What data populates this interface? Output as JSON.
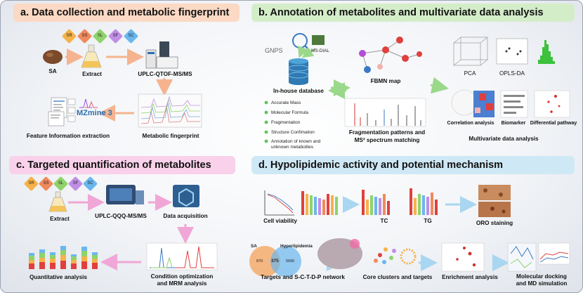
{
  "panels": {
    "a": {
      "title": "a. Data collection and metabolic fingerprint",
      "color": "#fbd9c4"
    },
    "b": {
      "title": "b. Annotation of metabolites and multivariate data analysis",
      "color": "#d4edc9"
    },
    "c": {
      "title": "c. Targeted quantification of metabolites",
      "color": "#f9d1ea"
    },
    "d": {
      "title": "d. Hypolipidemic activity  and  potential mechanism",
      "color": "#cfe8f6"
    }
  },
  "badges": [
    {
      "text": "SR",
      "color": "#f6b24a"
    },
    {
      "text": "SS",
      "color": "#f08a5d"
    },
    {
      "text": "SL",
      "color": "#8fd36a"
    },
    {
      "text": "SF",
      "color": "#c18ee6"
    },
    {
      "text": "SC",
      "color": "#6ab7ee"
    }
  ],
  "a": {
    "sa": "SA",
    "extract": "Extract",
    "instrument": "UPLC-QTOF-MS/MS",
    "mzmine": "MZmine 3",
    "feature": "Feature Information extraction",
    "fingerprint": "Metabolic fingerprint"
  },
  "b": {
    "gnps": "GNPS",
    "msdial": "MS-DIAL",
    "database": "In-house database",
    "list": [
      "Accurate Mass",
      "Molecular Formula",
      "Fragmentation",
      "Structure Confimation",
      "Annotation of known and unknown metabolites"
    ],
    "fbmn": "FBMN map",
    "frag1": "Fragmentation patterns and",
    "frag2": "MS² spectrum matching",
    "pca": "PCA",
    "oplsda": "OPLS-DA",
    "corr": "Correlation analysis",
    "biomarker": "Biomarker",
    "pathway": "Differential pathway",
    "multi": "Multivariate data analysis"
  },
  "c": {
    "extract": "Extract",
    "instrument": "UPLC-QQQ-MS/MS",
    "acq": "Data acquisition",
    "quant": "Quantitative analysis",
    "cond1": "Condition optimization",
    "cond2": "and MRM analysis"
  },
  "d": {
    "viability": "Cell viability",
    "tc": "TC",
    "tg": "TG",
    "oro": "ORO staining",
    "sa": "SA",
    "hyper": "Hyperlipidemia",
    "venn_left": "870",
    "venn_mid": "375",
    "venn_right": "5690",
    "network": "Targets and S-C-T-D-P network",
    "core": "Core clusters and targets",
    "enrich": "Enrichment analysis",
    "dock1": "Molecular docking",
    "dock2": "and MD simulation"
  }
}
